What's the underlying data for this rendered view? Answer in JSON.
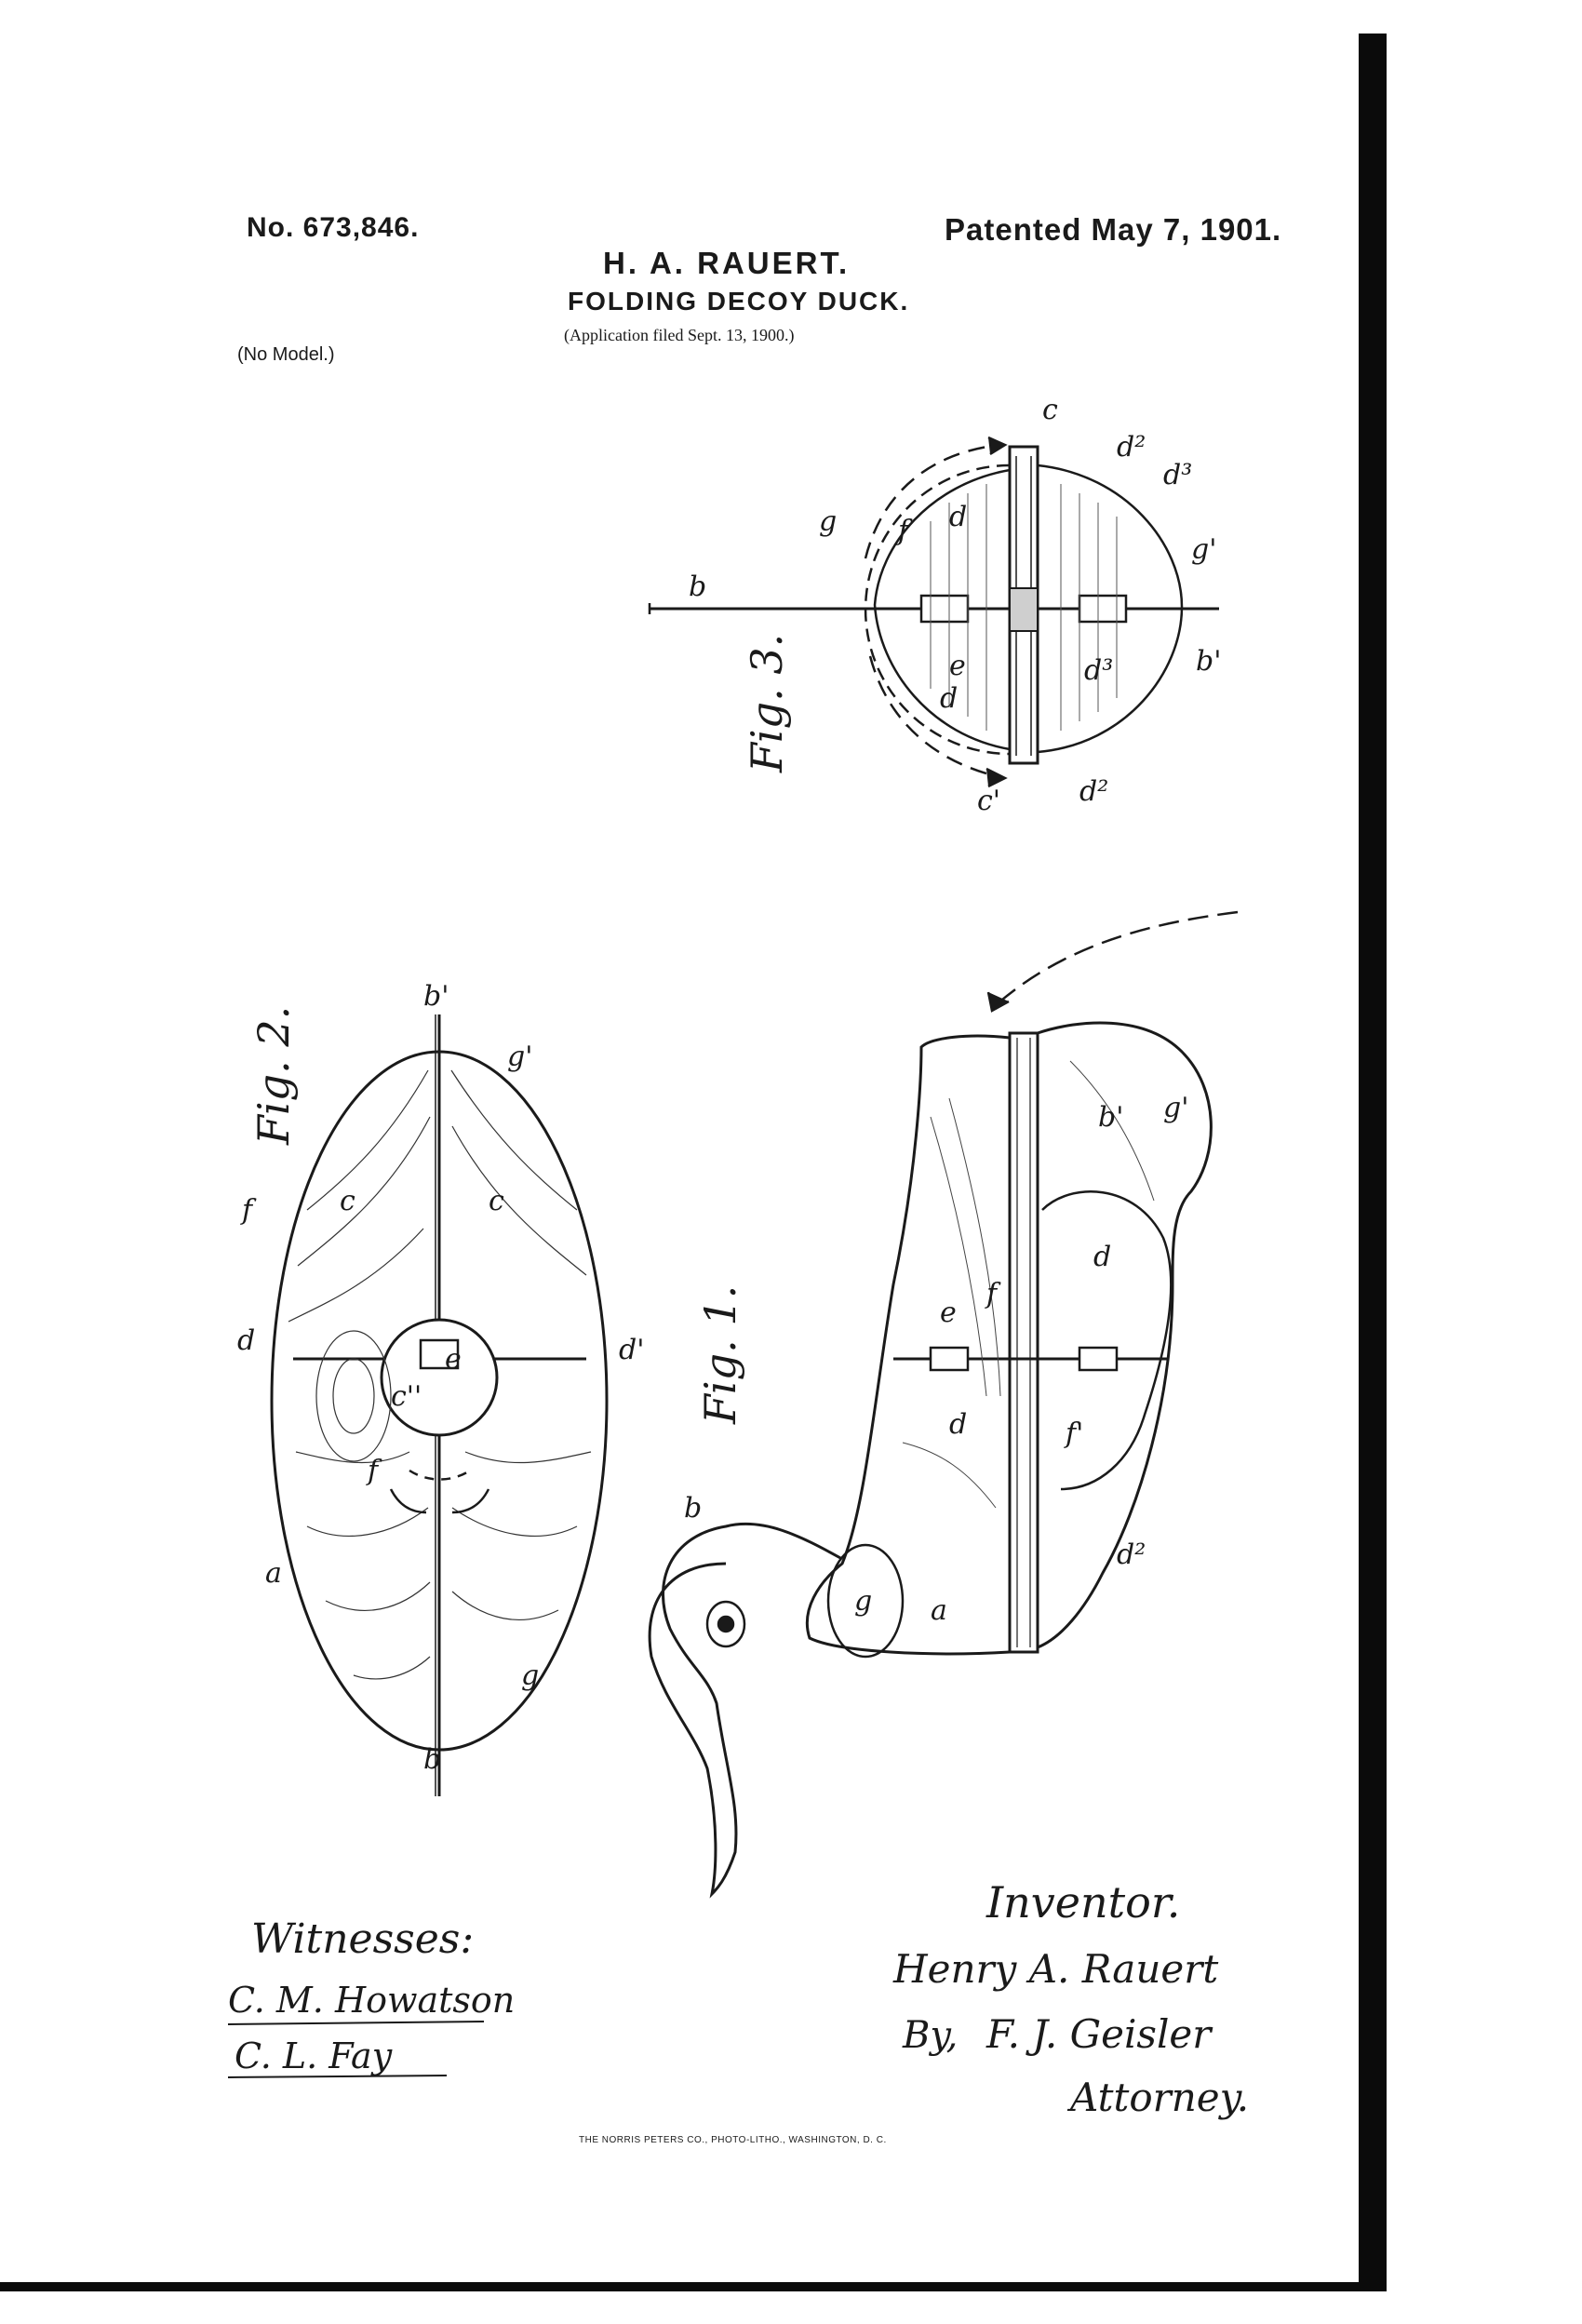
{
  "header": {
    "patent_number": "No. 673,846.",
    "patented_date": "Patented May 7, 1901.",
    "inventor": "H. A. RAUERT.",
    "title": "FOLDING DECOY DUCK.",
    "filed": "(Application filed Sept. 13, 1900.)",
    "model_note": "(No Model.)"
  },
  "figures": {
    "fig1": "Fig. 1.",
    "fig2": "Fig. 2.",
    "fig3": "Fig. 3."
  },
  "labels": {
    "fig3": [
      "c",
      "d²",
      "d³",
      "g'",
      "b'",
      "b",
      "g",
      "f",
      "d",
      "e",
      "d",
      "d³",
      "c'",
      "d²"
    ],
    "fig2": [
      "b'",
      "g'",
      "c",
      "c",
      "f",
      "d",
      "e",
      "c''",
      "d'",
      "f",
      "a",
      "g",
      "b"
    ],
    "fig1": [
      "b'",
      "g'",
      "d",
      "f",
      "e",
      "d",
      "f'",
      "d²",
      "b",
      "g",
      "a"
    ]
  },
  "signatures": {
    "witnesses_label": "Witnesses:",
    "witness_1": "C. M. Howatson",
    "witness_2": "C. L. Fay",
    "inventor_label": "Inventor.",
    "inventor_signature": "Henry A. Rauert",
    "by_label": "By,",
    "attorney_signature": "F. J. Geisler",
    "attorney_label": "Attorney."
  },
  "imprint": "THE NORRIS PETERS CO., PHOTO-LITHO., WASHINGTON, D. C."
}
